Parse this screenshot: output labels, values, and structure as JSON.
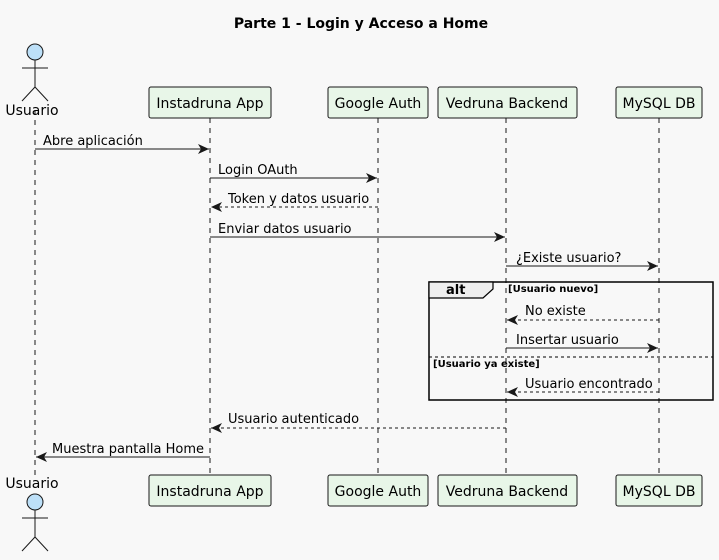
{
  "title": "Parte 1 - Login y Acceso a Home",
  "actor": {
    "name": "Usuario"
  },
  "participants": [
    {
      "name": "Instadruna App"
    },
    {
      "name": "Google Auth"
    },
    {
      "name": "Vedruna Backend"
    },
    {
      "name": "MySQL DB"
    }
  ],
  "messages": [
    {
      "text": "Abre aplicación",
      "from": "Usuario",
      "to": "Instadruna App",
      "style": "solid"
    },
    {
      "text": "Login OAuth",
      "from": "Instadruna App",
      "to": "Google Auth",
      "style": "solid"
    },
    {
      "text": "Token y datos usuario",
      "from": "Google Auth",
      "to": "Instadruna App",
      "style": "dashed"
    },
    {
      "text": "Enviar datos usuario",
      "from": "Instadruna App",
      "to": "Vedruna Backend",
      "style": "solid"
    },
    {
      "text": "¿Existe usuario?",
      "from": "Vedruna Backend",
      "to": "MySQL DB",
      "style": "solid"
    },
    {
      "text": "No existe",
      "from": "MySQL DB",
      "to": "Vedruna Backend",
      "style": "dashed"
    },
    {
      "text": "Insertar usuario",
      "from": "Vedruna Backend",
      "to": "MySQL DB",
      "style": "solid"
    },
    {
      "text": "Usuario encontrado",
      "from": "MySQL DB",
      "to": "Vedruna Backend",
      "style": "dashed"
    },
    {
      "text": "Usuario autenticado",
      "from": "Vedruna Backend",
      "to": "Instadruna App",
      "style": "dashed"
    },
    {
      "text": "Muestra pantalla Home",
      "from": "Instadruna App",
      "to": "Usuario",
      "style": "solid"
    }
  ],
  "alt": {
    "keyword": "alt",
    "guard1": "[Usuario nuevo]",
    "guard2": "[Usuario ya existe]"
  },
  "colors": {
    "background": "#f8f8f8",
    "participant_fill": "#e8f6e8",
    "actor_fill": "#bde0f8",
    "alt_tab_fill": "#eeeeee"
  }
}
